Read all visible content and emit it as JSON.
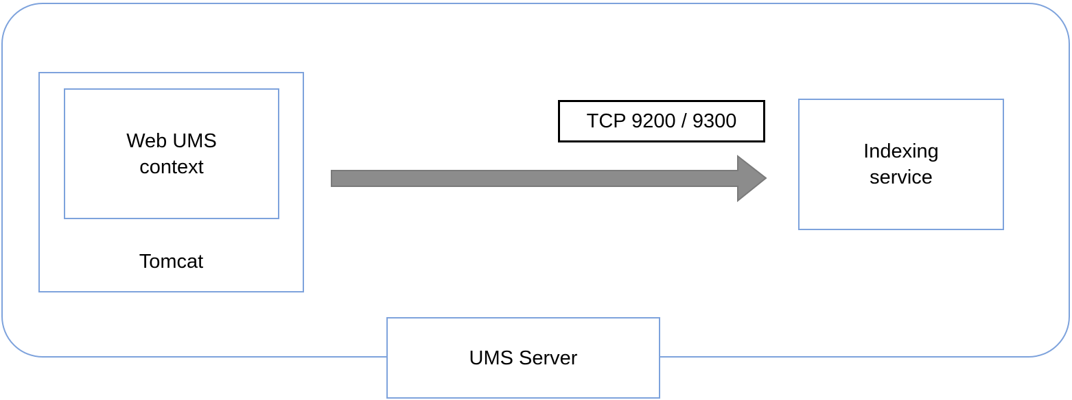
{
  "diagram": {
    "boundary": {
      "shape": "rounded-rectangle"
    },
    "tomcat": {
      "label": "Tomcat"
    },
    "web_ums_context": {
      "label": "Web UMS\ncontext"
    },
    "connection": {
      "label": "TCP 9200 / 9300",
      "direction": "left-to-right"
    },
    "indexing_service": {
      "label": "Indexing\nservice"
    },
    "ums_server": {
      "label": "UMS Server"
    }
  },
  "colors": {
    "box_border_blue": "#7da2dc",
    "label_border_black": "#000000",
    "arrow_fill": "#8c8c8c",
    "arrow_outline": "#7a7a7a",
    "text": "#000000"
  }
}
